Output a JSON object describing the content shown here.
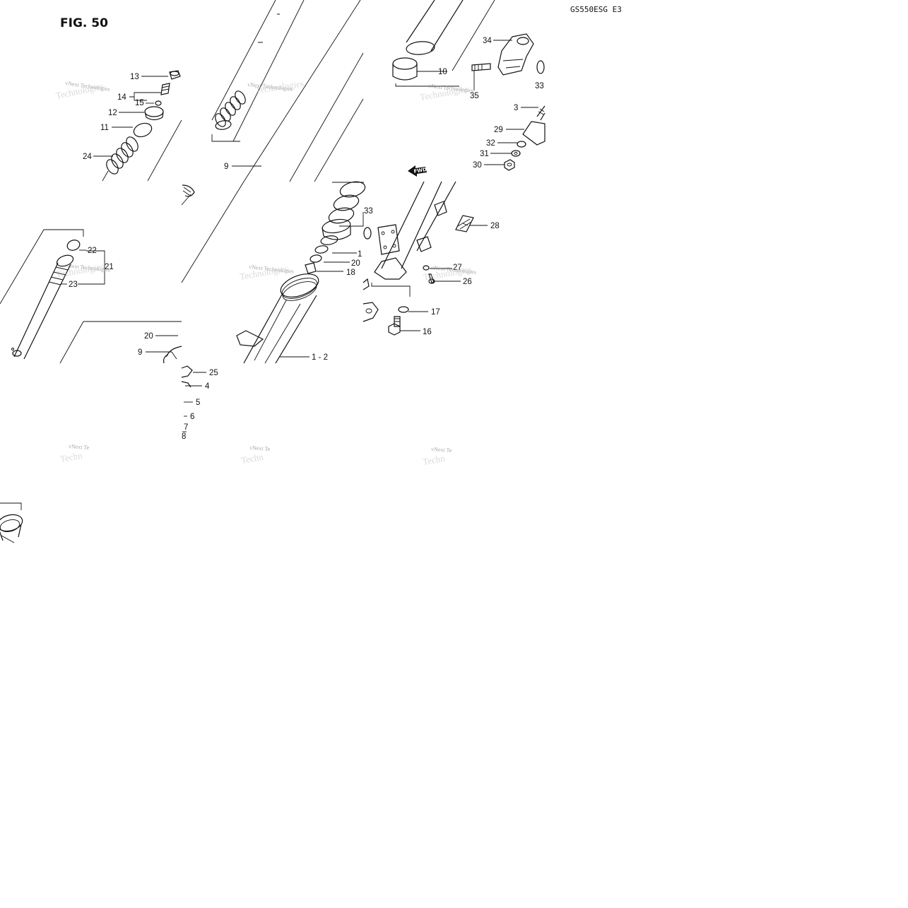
{
  "figure": {
    "title": "FIG. 50",
    "model": "GS550ESG  E3"
  },
  "watermark": {
    "line1": "vNext Technologies",
    "line2": "Technologies",
    "short1": "vNext Te",
    "short2": "Techn"
  },
  "fwd_label": "FWD",
  "callouts": [
    {
      "id": "c13",
      "text": "13"
    },
    {
      "id": "c14",
      "text": "14"
    },
    {
      "id": "c15",
      "text": "15"
    },
    {
      "id": "c12",
      "text": "12"
    },
    {
      "id": "c11",
      "text": "11"
    },
    {
      "id": "c24",
      "text": "24"
    },
    {
      "id": "c9",
      "text": "9"
    },
    {
      "id": "c10",
      "text": "10"
    },
    {
      "id": "c34",
      "text": "34"
    },
    {
      "id": "c35",
      "text": "35"
    },
    {
      "id": "c33a",
      "text": "33"
    },
    {
      "id": "c3",
      "text": "3"
    },
    {
      "id": "c29",
      "text": "29"
    },
    {
      "id": "c32",
      "text": "32"
    },
    {
      "id": "c31",
      "text": "31"
    },
    {
      "id": "c30",
      "text": "30"
    },
    {
      "id": "c22",
      "text": "22"
    },
    {
      "id": "c21",
      "text": "21"
    },
    {
      "id": "c23",
      "text": "23"
    },
    {
      "id": "c33b",
      "text": "33"
    },
    {
      "id": "c1a",
      "text": "1"
    },
    {
      "id": "c20a",
      "text": "20"
    },
    {
      "id": "c18",
      "text": "18"
    },
    {
      "id": "c28",
      "text": "28"
    },
    {
      "id": "c27",
      "text": "27"
    },
    {
      "id": "c26",
      "text": "26"
    },
    {
      "id": "c17",
      "text": "17"
    },
    {
      "id": "c16",
      "text": "16"
    },
    {
      "id": "c25",
      "text": "25"
    },
    {
      "id": "c4",
      "text": "4"
    },
    {
      "id": "c5",
      "text": "5"
    },
    {
      "id": "c6",
      "text": "6"
    },
    {
      "id": "c7",
      "text": "7"
    },
    {
      "id": "c8",
      "text": "8"
    },
    {
      "id": "c20b",
      "text": "20"
    },
    {
      "id": "c9b",
      "text": "9"
    },
    {
      "id": "c12b",
      "text": "1 - 2"
    }
  ]
}
